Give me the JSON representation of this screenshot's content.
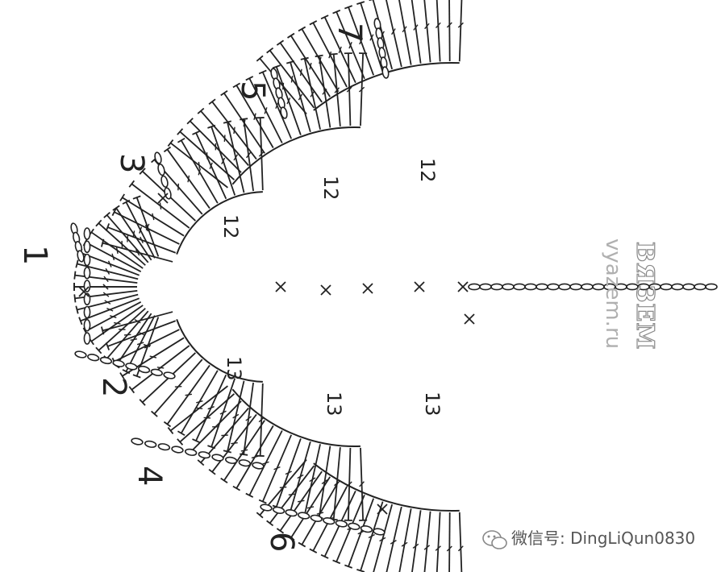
{
  "rows": [
    {
      "label": "1"
    },
    {
      "label": "2"
    },
    {
      "label": "3"
    },
    {
      "label": "4"
    },
    {
      "label": "5"
    },
    {
      "label": "6"
    },
    {
      "label": "7"
    }
  ],
  "stitch_counts": {
    "row3_top": "12",
    "row3_bottom": "13",
    "row5_top": "12",
    "row5_bottom": "13",
    "row7_top": "12",
    "row7_bottom": "13"
  },
  "watermark": {
    "stamp": "ВЯЗЕМ",
    "site": "vyazem.ru"
  },
  "wechat": {
    "icon": "wechat-icon",
    "text": "微信号: DingLiQun0830"
  }
}
